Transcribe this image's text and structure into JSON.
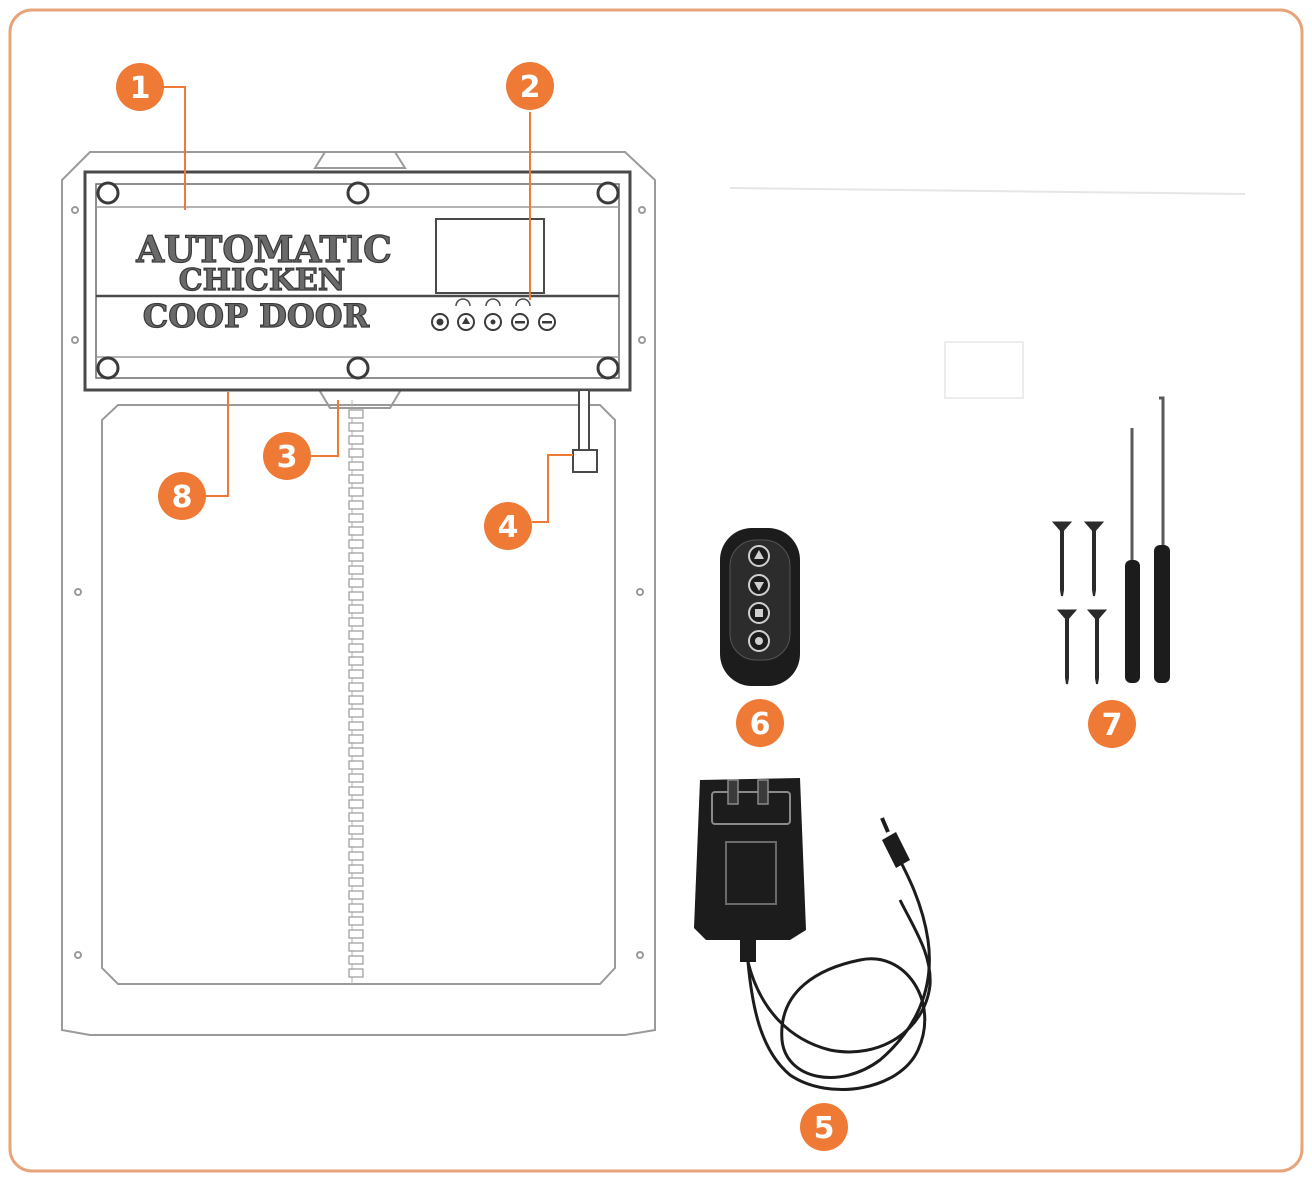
{
  "panel": {
    "title_lines": [
      "AUTOMATIC",
      "CHICKEN",
      "COOP DOOR"
    ]
  },
  "callouts": [
    {
      "id": "1",
      "label": "1"
    },
    {
      "id": "2",
      "label": "2"
    },
    {
      "id": "3",
      "label": "3"
    },
    {
      "id": "4",
      "label": "4"
    },
    {
      "id": "5",
      "label": "5"
    },
    {
      "id": "6",
      "label": "6"
    },
    {
      "id": "7",
      "label": "7"
    },
    {
      "id": "8",
      "label": "8"
    }
  ],
  "colors": {
    "frame_border": "#e8a37a",
    "callout_fill": "#ee7a36",
    "line_art": "#9a9a9a",
    "dark_parts": "#1c1c1c"
  },
  "icons": [
    "remote-up-icon",
    "remote-down-icon",
    "remote-stop-icon",
    "remote-power-icon"
  ]
}
